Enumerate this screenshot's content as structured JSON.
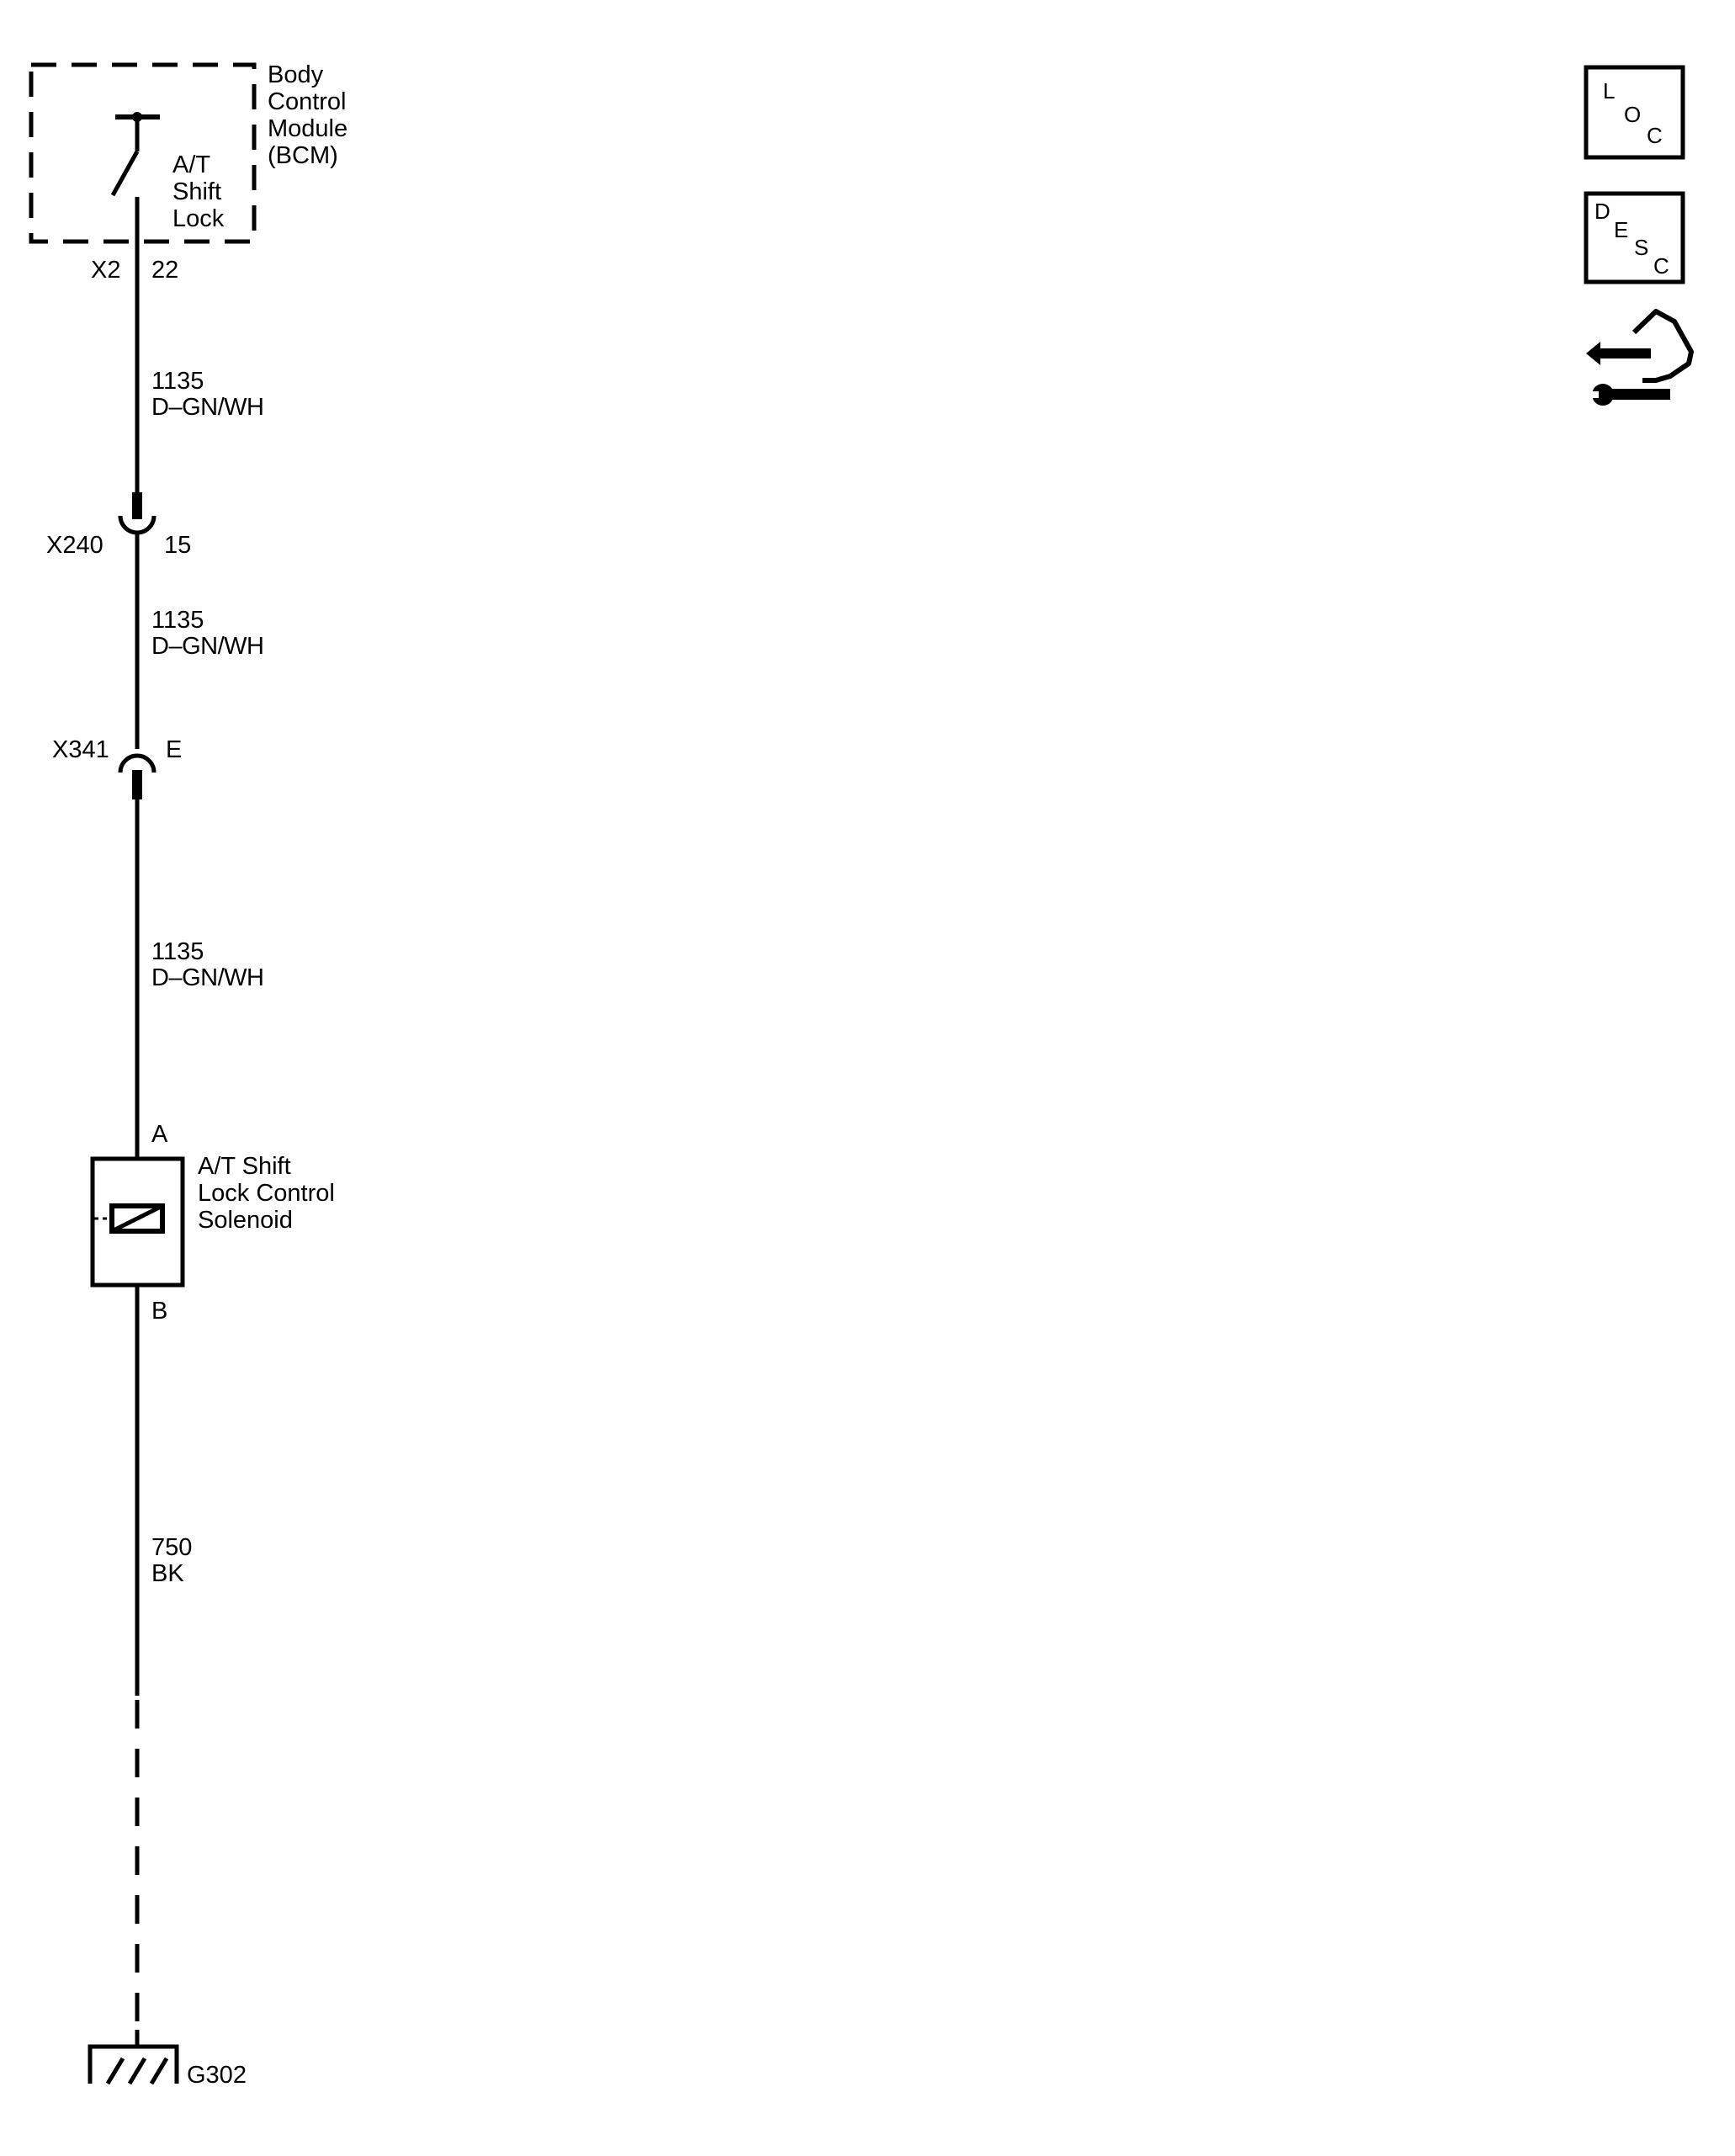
{
  "bcm": {
    "module_name": [
      "Body",
      "Control",
      "Module",
      "(BCM)"
    ],
    "switch_label": [
      "A/T",
      "Shift",
      "Lock"
    ],
    "connector": "X2",
    "pin": "22"
  },
  "wires": [
    {
      "circuit": "1135",
      "color": "D–GN/WH"
    },
    {
      "circuit": "1135",
      "color": "D–GN/WH"
    },
    {
      "circuit": "1135",
      "color": "D–GN/WH"
    },
    {
      "circuit": "750",
      "color": "BK"
    }
  ],
  "connectors": [
    {
      "name": "X240",
      "pin": "15"
    },
    {
      "name": "X341",
      "pin": "E"
    }
  ],
  "solenoid": {
    "label": [
      "A/T Shift",
      "Lock Control",
      "Solenoid"
    ],
    "pin_top": "A",
    "pin_bottom": "B"
  },
  "ground": {
    "name": "G302"
  },
  "icons": {
    "loc": {
      "name": "location-icon",
      "letters": [
        "L",
        "O",
        "C"
      ]
    },
    "desc": {
      "name": "description-icon",
      "letters": [
        "D",
        "E",
        "S",
        "C"
      ]
    },
    "service": {
      "name": "service-hand-wrench-icon"
    }
  }
}
